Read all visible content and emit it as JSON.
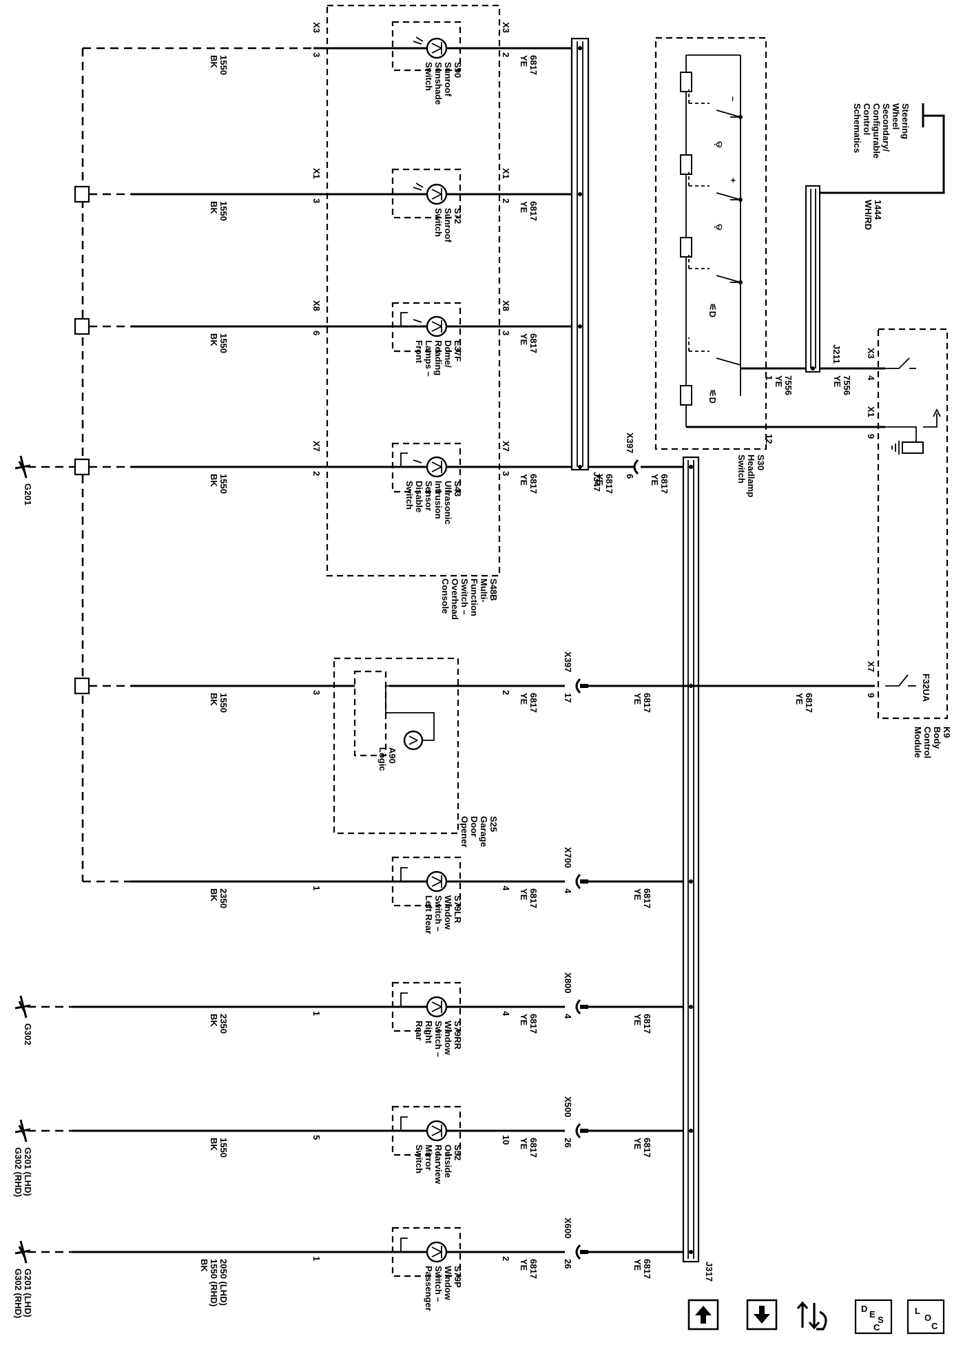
{
  "blocks": {
    "s48b": [
      "S48B",
      "Multi-",
      "Function",
      "Switch –",
      "Overhead",
      "Console"
    ],
    "s25": [
      "S25",
      "Garage",
      "Door",
      "Opener"
    ],
    "a90": [
      "A90",
      "Logic"
    ],
    "s30": [
      "S30",
      "Headlamp",
      "Switch"
    ],
    "k9": [
      "K9",
      "Body",
      "Control",
      "Module"
    ],
    "k9_f32": "F32UA",
    "steering_ref": [
      "Steering",
      "Wheel",
      "Secondary/",
      "Configurable",
      "Control",
      "Schematics"
    ],
    "wire_1444": [
      "1444",
      "WH/RD"
    ],
    "j211": "J211",
    "j347": "J347",
    "j317": "J317"
  },
  "switches": [
    {
      "key": "s90",
      "lines": [
        "S90",
        "Sunroof",
        "Sunshade",
        "Switch"
      ],
      "conn": "X3",
      "pin_left": "3",
      "pin_right": "2",
      "wire_left": [
        "1550",
        "BK"
      ],
      "wire_right": [
        "6817",
        "YE"
      ]
    },
    {
      "key": "s72",
      "lines": [
        "S72",
        "Sunroof",
        "Switch"
      ],
      "conn": "X1",
      "pin_left": "3",
      "pin_right": "2",
      "wire_left": [
        "1550",
        "BK"
      ],
      "wire_right": [
        "6817",
        "YE"
      ]
    },
    {
      "key": "e37f",
      "lines": [
        "E37F",
        "Dome/",
        "Reading",
        "Lamps –",
        "Front"
      ],
      "conn": "X8",
      "pin_left": "6",
      "pin_right": "3",
      "wire_left": [
        "1550",
        "BK"
      ],
      "wire_right": [
        "6817",
        "YE"
      ]
    },
    {
      "key": "s43",
      "lines": [
        "S43",
        "Ultrasonic",
        "Intrusion",
        "Sensor",
        "Disable",
        "Switch"
      ],
      "conn": "X7",
      "pin_left": "2",
      "pin_right": "3",
      "wire_left": [
        "1550",
        "BK"
      ],
      "wire_right": [
        "6817",
        "YE"
      ]
    },
    {
      "key": "s25",
      "lines": [],
      "conn": "",
      "pin_left": "3",
      "pin_right": "2",
      "wire_left": [
        "1550",
        "BK"
      ],
      "wire_right": [
        "6817",
        "YE"
      ]
    },
    {
      "key": "s79lr",
      "lines": [
        "S79LR",
        "Window",
        "Switch –",
        "Left Rear"
      ],
      "conn": "",
      "pin_left": "1",
      "pin_right": "4",
      "wire_left": [
        "2350",
        "BK"
      ],
      "wire_right": [
        "6817",
        "YE"
      ]
    },
    {
      "key": "s79rr",
      "lines": [
        "S79RR",
        "Window",
        "Switch –",
        "Right",
        "Rear"
      ],
      "conn": "",
      "pin_left": "1",
      "pin_right": "4",
      "wire_left": [
        "2350",
        "BK"
      ],
      "wire_right": [
        "6817",
        "YE"
      ]
    },
    {
      "key": "s52",
      "lines": [
        "S52",
        "Outside",
        "Rearview",
        "Mirror",
        "Switch"
      ],
      "conn": "",
      "pin_left": "5",
      "pin_right": "10",
      "wire_left": [
        "1550",
        "BK"
      ],
      "wire_right": [
        "6817",
        "YE"
      ]
    },
    {
      "key": "s79p",
      "lines": [
        "S79P",
        "Window",
        "Switch –",
        "Passenger"
      ],
      "conn": "",
      "pin_left": "1",
      "pin_right": "2",
      "wire_left": [
        "2050 (LHD)",
        "1550 (RHD)",
        "BK"
      ],
      "wire_right": [
        "6817",
        "YE"
      ]
    }
  ],
  "inline_connectors": [
    {
      "name": "X397",
      "pin": "6",
      "wire": [
        "6817",
        "YE"
      ]
    },
    {
      "name": "X397",
      "pin": "17",
      "wire": [
        "6817",
        "YE"
      ]
    },
    {
      "name": "X700",
      "pin": "4",
      "wire": [
        "6817",
        "YE"
      ]
    },
    {
      "name": "X800",
      "pin": "4",
      "wire": [
        "6817",
        "YE"
      ]
    },
    {
      "name": "X500",
      "pin": "26",
      "wire": [
        "6817",
        "YE"
      ]
    },
    {
      "name": "X600",
      "pin": "26",
      "wire": [
        "6817",
        "YE"
      ]
    }
  ],
  "s30_pins": {
    "pin1": "1",
    "wire7556a": [
      "7556",
      "YE"
    ],
    "x3": "X3",
    "pin4": "4",
    "wire7556b": [
      "7556",
      "YE"
    ],
    "x1": "X1",
    "pin9": "9",
    "pin12": "12",
    "x7": "X7",
    "pin9b": "9",
    "wire_k9": [
      "6817",
      "YE"
    ],
    "wire_j347_out": [
      "6817",
      "YE"
    ]
  },
  "grounds": [
    {
      "key": "g201",
      "lines": [
        "G201"
      ]
    },
    {
      "key": "g302",
      "lines": [
        "G302"
      ]
    },
    {
      "key": "g201_g302_a",
      "lines": [
        "G201 (LHD)",
        "G302 (RHD)"
      ]
    },
    {
      "key": "g201_g302_b",
      "lines": [
        "G201 (LHD)",
        "G302 (RHD)"
      ]
    }
  ],
  "toolbar": {
    "up_icon": "up-arrow-icon",
    "down_icon": "down-arrow-icon",
    "routing_icon": "routing-icon",
    "desc_letters": [
      "D",
      "E",
      "S",
      "C"
    ],
    "loc_letters": [
      "L",
      "O",
      "C"
    ]
  }
}
